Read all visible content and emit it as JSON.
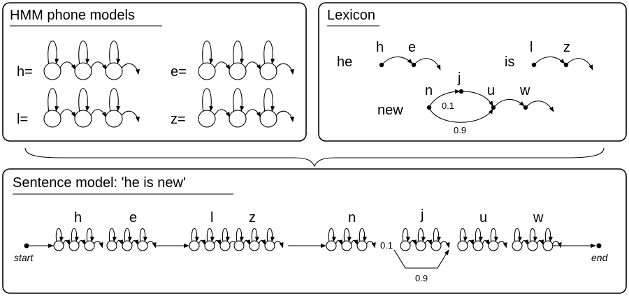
{
  "panels": {
    "phone_models": {
      "title": "HMM phone models",
      "labels": [
        "h=",
        "e=",
        "l=",
        "z="
      ]
    },
    "lexicon": {
      "title": "Lexicon",
      "words": [
        {
          "word": "he",
          "phones": [
            "h",
            "e"
          ]
        },
        {
          "word": "is",
          "phones": [
            "l",
            "z"
          ]
        },
        {
          "word": "new",
          "phones": [
            "n",
            "j",
            "u",
            "w"
          ]
        }
      ],
      "prob_via_j": "0.1",
      "prob_skip_j": "0.9"
    },
    "sentence_model": {
      "title": "Sentence model: 'he is new'",
      "phones": [
        "h",
        "e",
        "l",
        "z",
        "n",
        "j",
        "u",
        "w"
      ],
      "prob_via_j": "0.1",
      "prob_skip_j": "0.9",
      "start_label": "start",
      "end_label": "end"
    }
  }
}
